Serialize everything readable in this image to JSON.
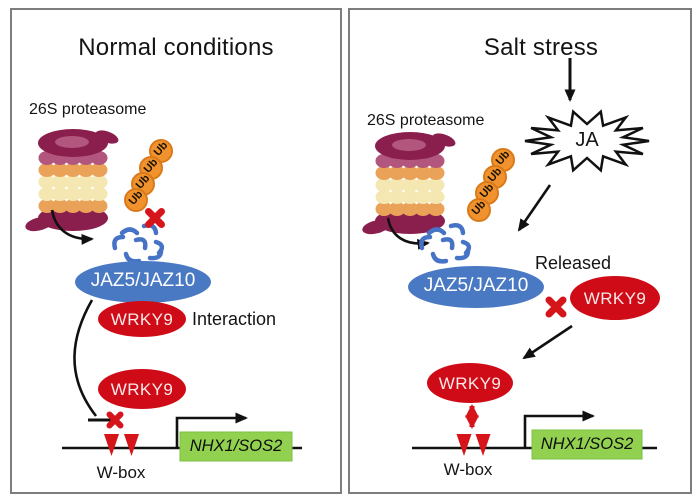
{
  "colors": {
    "panel-border": "#7e7e7e",
    "jaz-blue": "#4a79c4",
    "wrky-red": "#cf0b17",
    "accent-red": "#d6151b",
    "ub-orange": "#f0922d",
    "ub-orange-dark": "#d97a1a",
    "gene-green": "#92d050",
    "gene-green-edge": "#7bc243",
    "squiggle-blue": "#4673c5",
    "proteasome-dark": "#8a1f4e",
    "proteasome-mid": "#b2567e",
    "proteasome-orange": "#eaa259",
    "proteasome-pale": "#f4e7b2"
  },
  "left_panel": {
    "title": "Normal conditions",
    "proteasome_label": "26S proteasome",
    "ub_labels": [
      "Ub",
      "Ub",
      "Ub",
      "Ub"
    ],
    "jaz_label": "JAZ5/JAZ10",
    "wrky_bound_label": "WRKY9",
    "interaction_label": "Interaction",
    "wrky_free_label": "WRKY9",
    "gene_label": "NHX1/SOS2",
    "wbox_label": "W-box"
  },
  "right_panel": {
    "title": "Salt stress",
    "ja_label": "JA",
    "proteasome_label": "26S proteasome",
    "ub_labels": [
      "Ub",
      "Ub",
      "Ub",
      "Ub"
    ],
    "released_label": "Released",
    "jaz_label": "JAZ5/JAZ10",
    "wrky_released_label": "WRKY9",
    "wrky_free_label": "WRKY9",
    "gene_label": "NHX1/SOS2",
    "wbox_label": "W-box"
  }
}
